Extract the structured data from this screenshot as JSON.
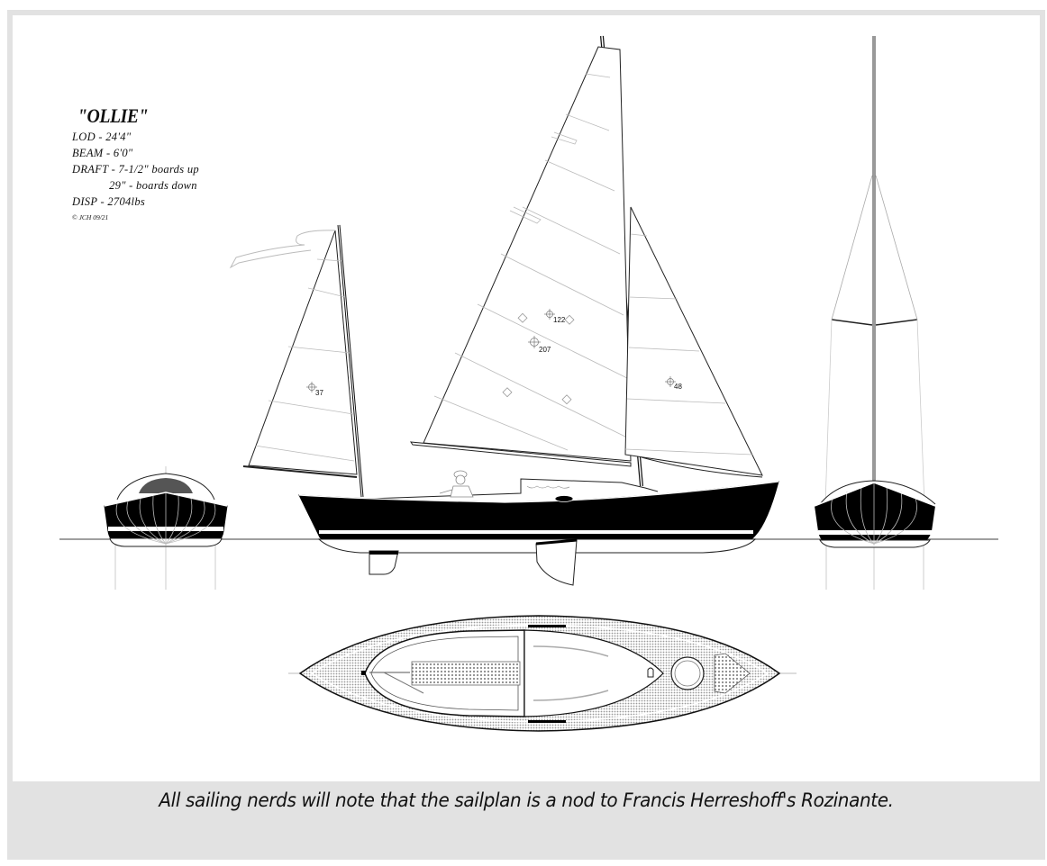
{
  "drawing": {
    "boat_name": "\"OLLIE\"",
    "specs": [
      {
        "label": "LOD",
        "value": "LOD - 24'4\""
      },
      {
        "label": "BEAM",
        "value": "BEAM - 6'0\""
      },
      {
        "label": "DRAFT",
        "value": "DRAFT - 7-1/2\" boards up"
      },
      {
        "label": "DRAFT_DOWN",
        "value": "            29\" - boards down"
      },
      {
        "label": "DISP",
        "value": "DISP - 2704lbs"
      }
    ],
    "copyright": "© JCH 09/21",
    "sail_areas": {
      "mizzen": "37",
      "main_upper": "122",
      "main_lower": "207",
      "jib": "48"
    },
    "views": [
      "bow-section-view",
      "sail-plan-profile",
      "stern-section-view",
      "deck-plan"
    ]
  },
  "caption": "All sailing nerds will note that the sailplan is a nod to Francis Herreshoff's Rozinante.",
  "colors": {
    "frame_gray": "#e2e2e2",
    "hull_black": "#000000",
    "line_gray": "#bdbdbd"
  }
}
